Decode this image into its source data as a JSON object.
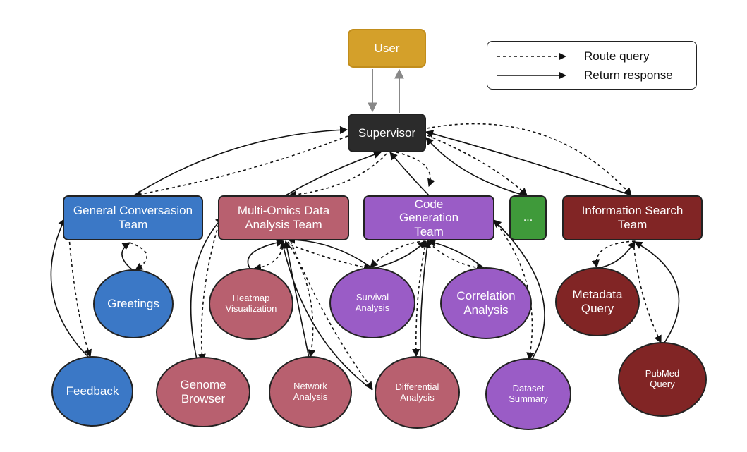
{
  "legend": {
    "route_label": "Route query",
    "return_label": "Return response"
  },
  "nodes": {
    "user": "User",
    "supervisor": "Supervisor",
    "general_team": "General Conversasion Team",
    "multiomics_team": "Multi-Omics Data Analysis Team",
    "codegen_team": "Code Generation Team",
    "other_team": "...",
    "infosearch_team": "Information Search Team",
    "greetings": "Greetings",
    "feedback": "Feedback",
    "heatmap": "Heatmap Visualization",
    "genome_browser": "Genome Browser",
    "network_analysis": "Network Analysis",
    "survival_analysis": "Survival Analysis",
    "differential_analysis": "Differential Analysis",
    "correlation_analysis": "Correlation Analysis",
    "dataset_summary": "Dataset Summary",
    "metadata_query": "Metadata Query",
    "pubmed_query": "PubMed Query"
  },
  "colors": {
    "user": "#d4a02a",
    "supervisor": "#2b2b2b",
    "general": "#3b78c6",
    "multiomics": "#b8606f",
    "codegen": "#9a5cc6",
    "other": "#3f9a3a",
    "infosearch": "#812525",
    "gray_arrow": "#888888",
    "edge": "#111111"
  }
}
